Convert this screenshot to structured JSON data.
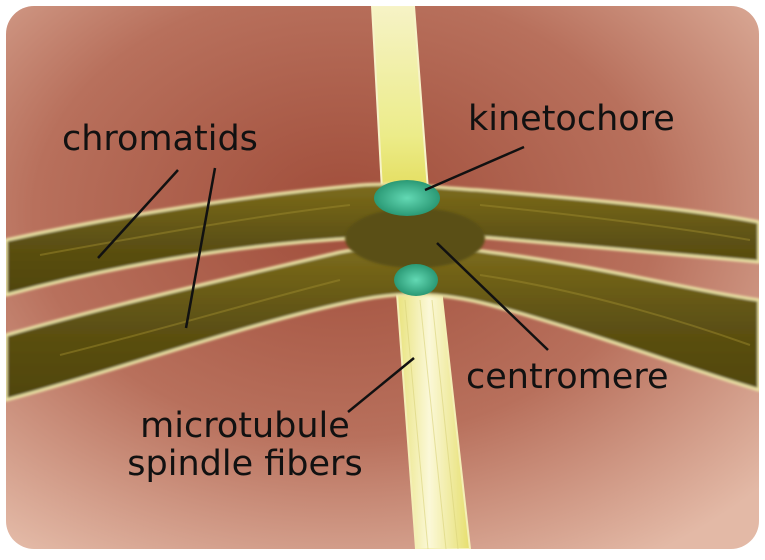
{
  "labels": {
    "chromatids": "chromatids",
    "kinetochore": "kinetochore",
    "centromere": "centromere",
    "microtubule_line1": "microtubule",
    "microtubule_line2": "spindle fibers"
  },
  "colors": {
    "background_center": "#a04d3a",
    "background_edge": "#e3b9a6",
    "chromatid_fill": "#5d5112",
    "chromatid_highlight": "#a8952b",
    "chromatid_edge": "#e9e3a8",
    "spindle_fill": "#f1ee9a",
    "spindle_light": "#fbf8d8",
    "kinetochore": "#2fae8a",
    "label_text": "#111111",
    "pointer_line": "#111111"
  }
}
